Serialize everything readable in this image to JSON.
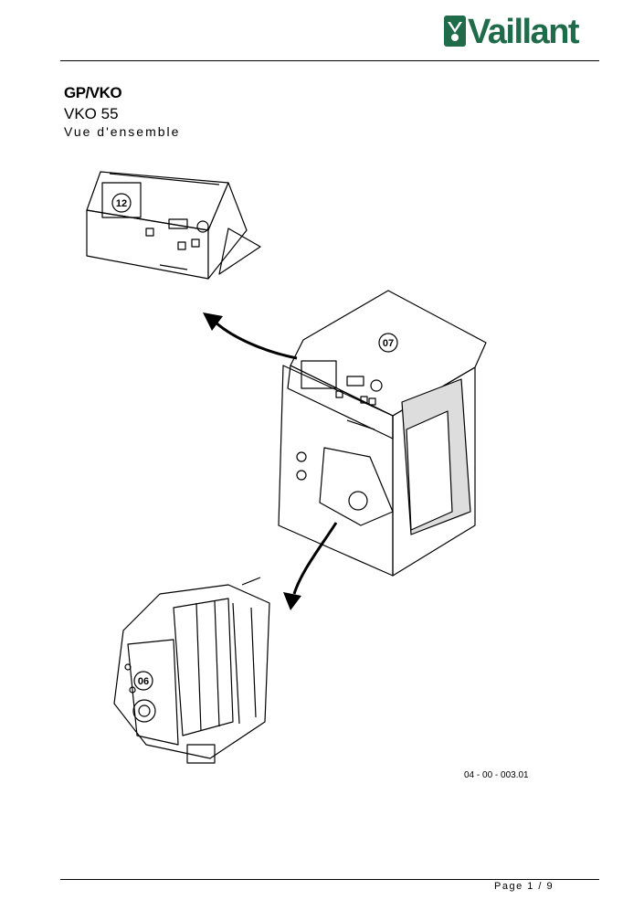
{
  "header": {
    "logo_text": "Vaillant",
    "brand_color": "#1f6b4a"
  },
  "title": {
    "line1": "GP/VKO",
    "line2": "VKO 55",
    "line3": "Vue d'ensemble"
  },
  "callouts": {
    "control_panel": "12",
    "boiler": "07",
    "heat_exchanger": "06"
  },
  "doc_reference": "04 - 00 - 003.01",
  "footer": {
    "page_label": "Page 1 / 9"
  }
}
